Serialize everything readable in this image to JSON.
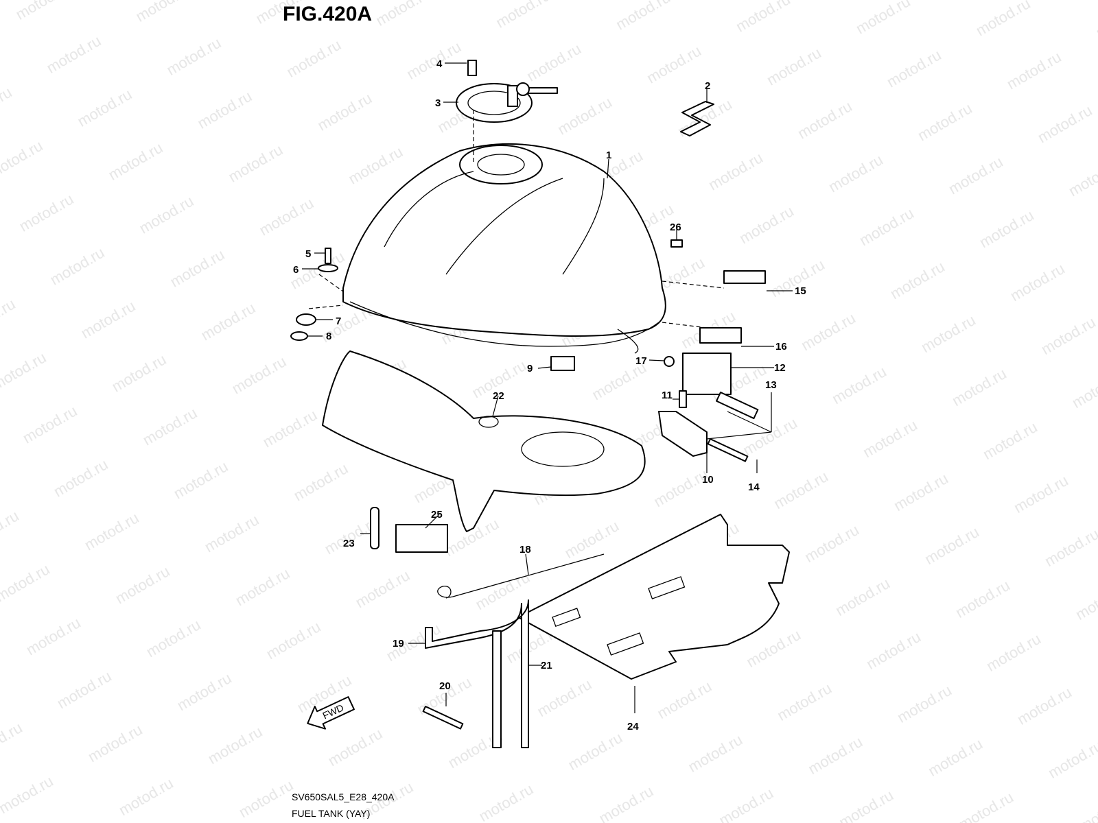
{
  "figure": {
    "title": "FIG.420A",
    "model_code": "SV650SAL5_E28_420A",
    "caption": "FUEL TANK (YAY)",
    "watermark": "motod.ru",
    "direction_label": "FWD"
  },
  "callouts": [
    "1",
    "2",
    "3",
    "4",
    "5",
    "6",
    "7",
    "8",
    "9",
    "10",
    "11",
    "12",
    "13",
    "14",
    "15",
    "16",
    "17",
    "18",
    "19",
    "20",
    "21",
    "22",
    "23",
    "24",
    "25",
    "26"
  ]
}
